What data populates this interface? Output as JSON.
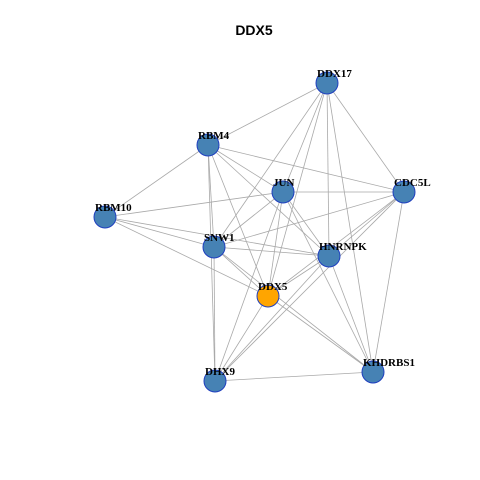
{
  "title": "DDX5",
  "colors": {
    "node_default": "#4682b4",
    "node_highlight": "#ffa500",
    "node_border": "#1f3fbf",
    "edge": "#a9a9a9"
  },
  "nodes": [
    {
      "id": "DDX17",
      "label": "DDX17",
      "highlight": false
    },
    {
      "id": "RBM4",
      "label": "RBM4",
      "highlight": false
    },
    {
      "id": "JUN",
      "label": "JUN",
      "highlight": false
    },
    {
      "id": "CDC5L",
      "label": "CDC5L",
      "highlight": false
    },
    {
      "id": "RBM10",
      "label": "RBM10",
      "highlight": false
    },
    {
      "id": "SNW1",
      "label": "SNW1",
      "highlight": false
    },
    {
      "id": "HNRNPK",
      "label": "HNRNPK",
      "highlight": false
    },
    {
      "id": "DDX5",
      "label": "DDX5",
      "highlight": true
    },
    {
      "id": "KHDRBS1",
      "label": "KHDRBS1",
      "highlight": false
    },
    {
      "id": "DHX9",
      "label": "DHX9",
      "highlight": false
    }
  ],
  "edges": [
    [
      "DDX17",
      "RBM4"
    ],
    [
      "DDX17",
      "JUN"
    ],
    [
      "DDX17",
      "CDC5L"
    ],
    [
      "DDX17",
      "SNW1"
    ],
    [
      "DDX17",
      "HNRNPK"
    ],
    [
      "DDX17",
      "DDX5"
    ],
    [
      "DDX17",
      "KHDRBS1"
    ],
    [
      "RBM4",
      "JUN"
    ],
    [
      "RBM4",
      "CDC5L"
    ],
    [
      "RBM4",
      "RBM10"
    ],
    [
      "RBM4",
      "SNW1"
    ],
    [
      "RBM4",
      "HNRNPK"
    ],
    [
      "RBM4",
      "DDX5"
    ],
    [
      "RBM4",
      "DHX9"
    ],
    [
      "JUN",
      "CDC5L"
    ],
    [
      "JUN",
      "RBM10"
    ],
    [
      "JUN",
      "SNW1"
    ],
    [
      "JUN",
      "HNRNPK"
    ],
    [
      "JUN",
      "DDX5"
    ],
    [
      "JUN",
      "KHDRBS1"
    ],
    [
      "JUN",
      "DHX9"
    ],
    [
      "CDC5L",
      "SNW1"
    ],
    [
      "CDC5L",
      "HNRNPK"
    ],
    [
      "CDC5L",
      "DDX5"
    ],
    [
      "CDC5L",
      "KHDRBS1"
    ],
    [
      "CDC5L",
      "DHX9"
    ],
    [
      "RBM10",
      "SNW1"
    ],
    [
      "RBM10",
      "HNRNPK"
    ],
    [
      "RBM10",
      "DDX5"
    ],
    [
      "SNW1",
      "HNRNPK"
    ],
    [
      "SNW1",
      "DDX5"
    ],
    [
      "SNW1",
      "KHDRBS1"
    ],
    [
      "SNW1",
      "DHX9"
    ],
    [
      "HNRNPK",
      "DDX5"
    ],
    [
      "HNRNPK",
      "KHDRBS1"
    ],
    [
      "HNRNPK",
      "DHX9"
    ],
    [
      "DDX5",
      "KHDRBS1"
    ],
    [
      "DDX5",
      "DHX9"
    ],
    [
      "KHDRBS1",
      "DHX9"
    ]
  ]
}
